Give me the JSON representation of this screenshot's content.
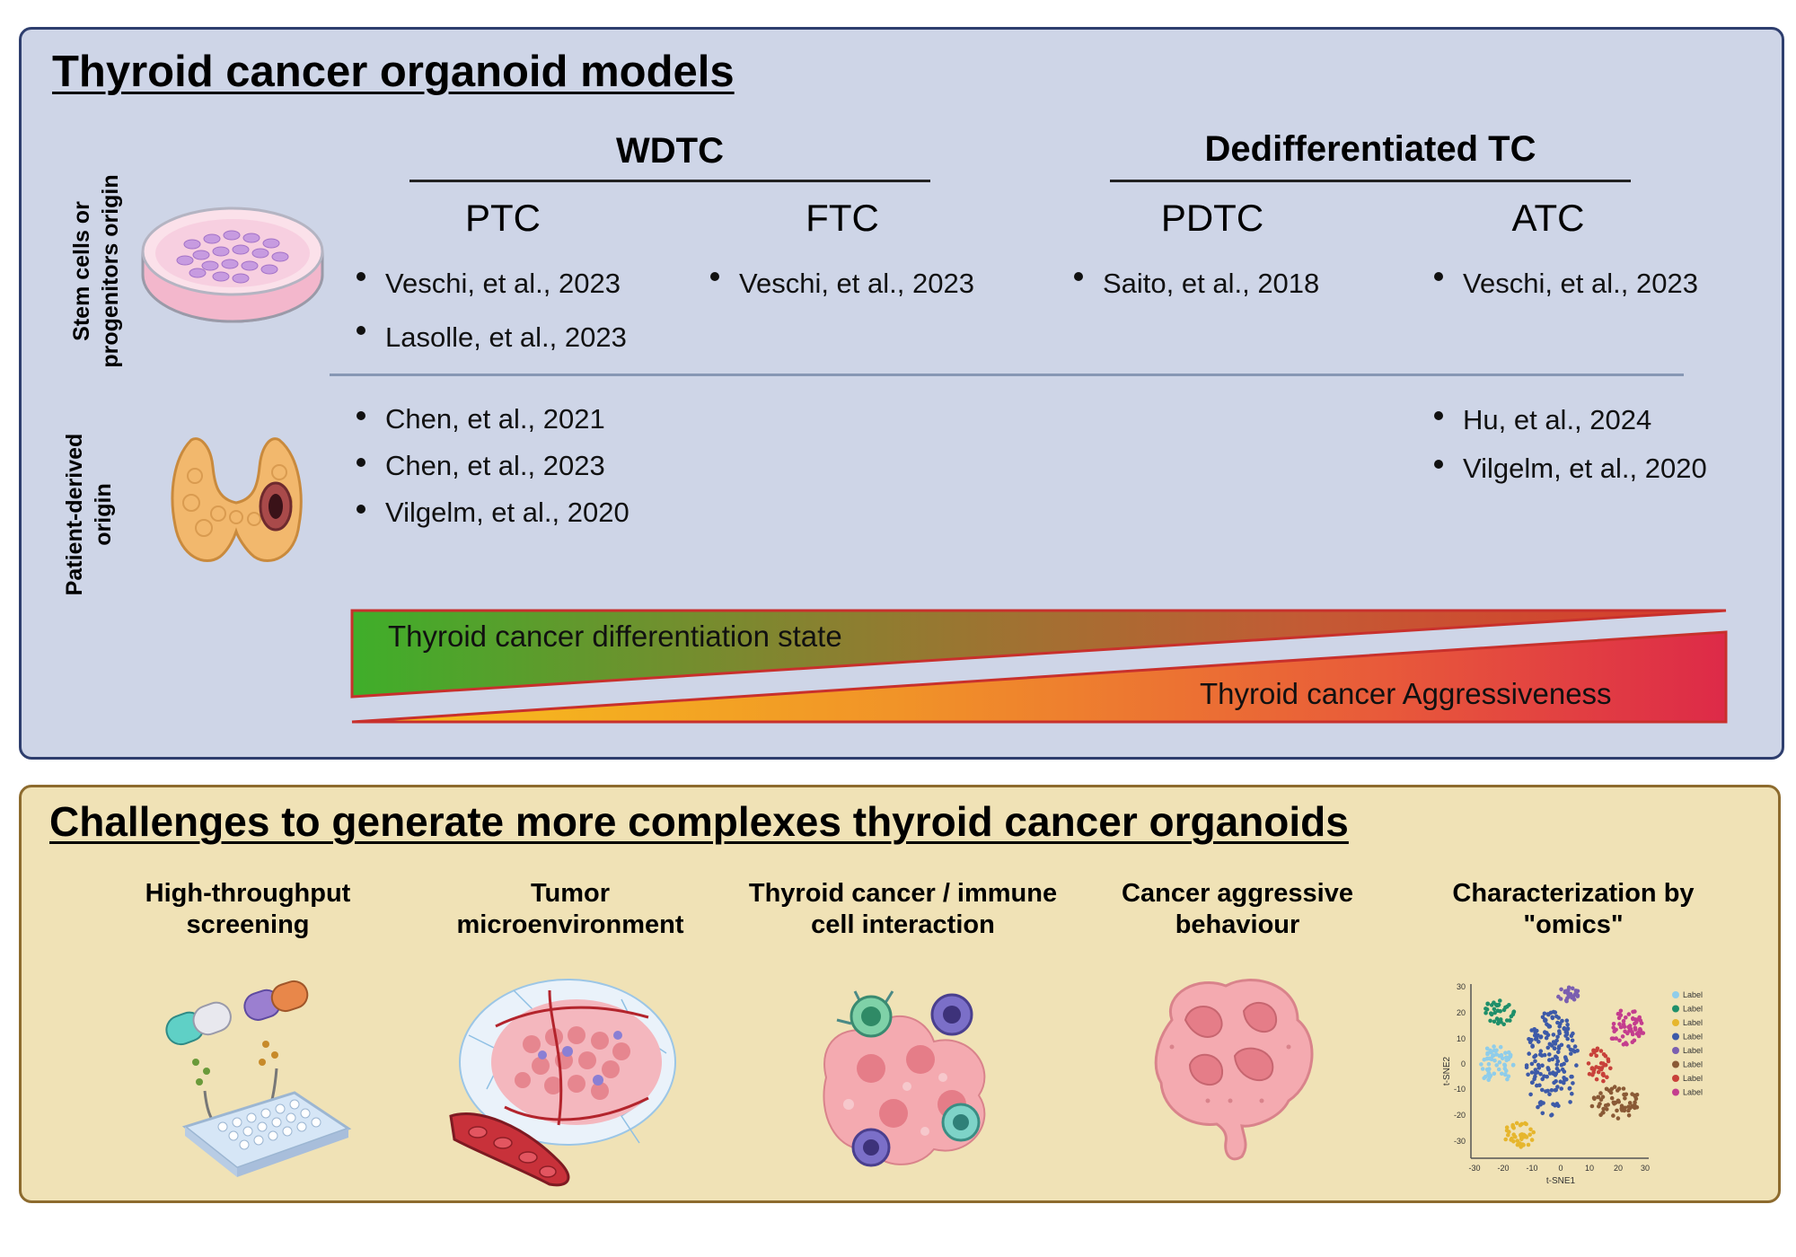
{
  "top_panel": {
    "title": "Thyroid cancer organoid models",
    "groups": {
      "wdtc": "WDTC",
      "dedifferentiated": "Dedifferentiated TC"
    },
    "subtypes": {
      "ptc": "PTC",
      "ftc": "FTC",
      "pdtc": "PDTC",
      "atc": "ATC"
    },
    "row_labels": {
      "stem": [
        "Stem cells or",
        "progenitors  origin"
      ],
      "patient": [
        "Patient-derived",
        "origin"
      ]
    },
    "stem_refs": {
      "ptc": [
        "Veschi, et al., 2023",
        "Lasolle, et al., 2023"
      ],
      "ftc": [
        "Veschi, et al., 2023"
      ],
      "pdtc": [
        "Saito, et al., 2018"
      ],
      "atc": [
        "Veschi, et al., 2023"
      ]
    },
    "patient_refs": {
      "ptc": [
        "Chen, et al., 2021",
        "Chen, et al., 2023",
        "Vilgelm, et al., 2020"
      ],
      "atc": [
        "Hu, et al., 2024",
        "Vilgelm, et al., 2020"
      ]
    },
    "gradients": {
      "differentiation": "Thyroid cancer differentiation state",
      "aggressiveness": "Thyroid cancer Aggressiveness"
    },
    "colors": {
      "panel_bg": "#ced5e7",
      "panel_border": "#2e3e6e",
      "differentiation_start": "#3fae2a",
      "differentiation_end": "#d93a2c",
      "aggressiveness_start": "#f7c21b",
      "aggressiveness_end": "#dd2a48"
    }
  },
  "bottom_panel": {
    "title": "Challenges to generate more complexes thyroid cancer organoids",
    "challenges": [
      {
        "lines": [
          "High-throughput",
          "screening"
        ],
        "icon": "well-plate-pills-icon"
      },
      {
        "lines": [
          "Tumor",
          "microenvironment"
        ],
        "icon": "tumor-microenvironment-icon"
      },
      {
        "lines": [
          "Thyroid cancer / immune",
          "cell interaction"
        ],
        "icon": "immune-cell-interaction-icon"
      },
      {
        "lines": [
          "Cancer aggressive",
          "behaviour"
        ],
        "icon": "aggressive-cells-icon"
      },
      {
        "lines": [
          "Characterization by",
          "\"omics\""
        ],
        "icon": "tsne-plot-icon"
      }
    ],
    "tsne": {
      "xlabel": "t-SNE1",
      "ylabel": "t-SNE2",
      "xticks": [
        "-30",
        "-20",
        "-10",
        "0",
        "10",
        "20",
        "30"
      ],
      "yticks": [
        "30",
        "20",
        "10",
        "0",
        "-10",
        "-20",
        "-30"
      ],
      "legend": [
        "Label",
        "Label",
        "Label",
        "Label",
        "Label",
        "Label",
        "Label",
        "Label"
      ],
      "legend_colors": [
        "#8fcdea",
        "#1f8f6a",
        "#e6b62d",
        "#3d5aa8",
        "#7b5fb0",
        "#8a5a36",
        "#c8413a",
        "#c43d8e"
      ]
    },
    "colors": {
      "panel_bg": "#f0e2b6",
      "panel_border": "#8d6b2e"
    }
  }
}
